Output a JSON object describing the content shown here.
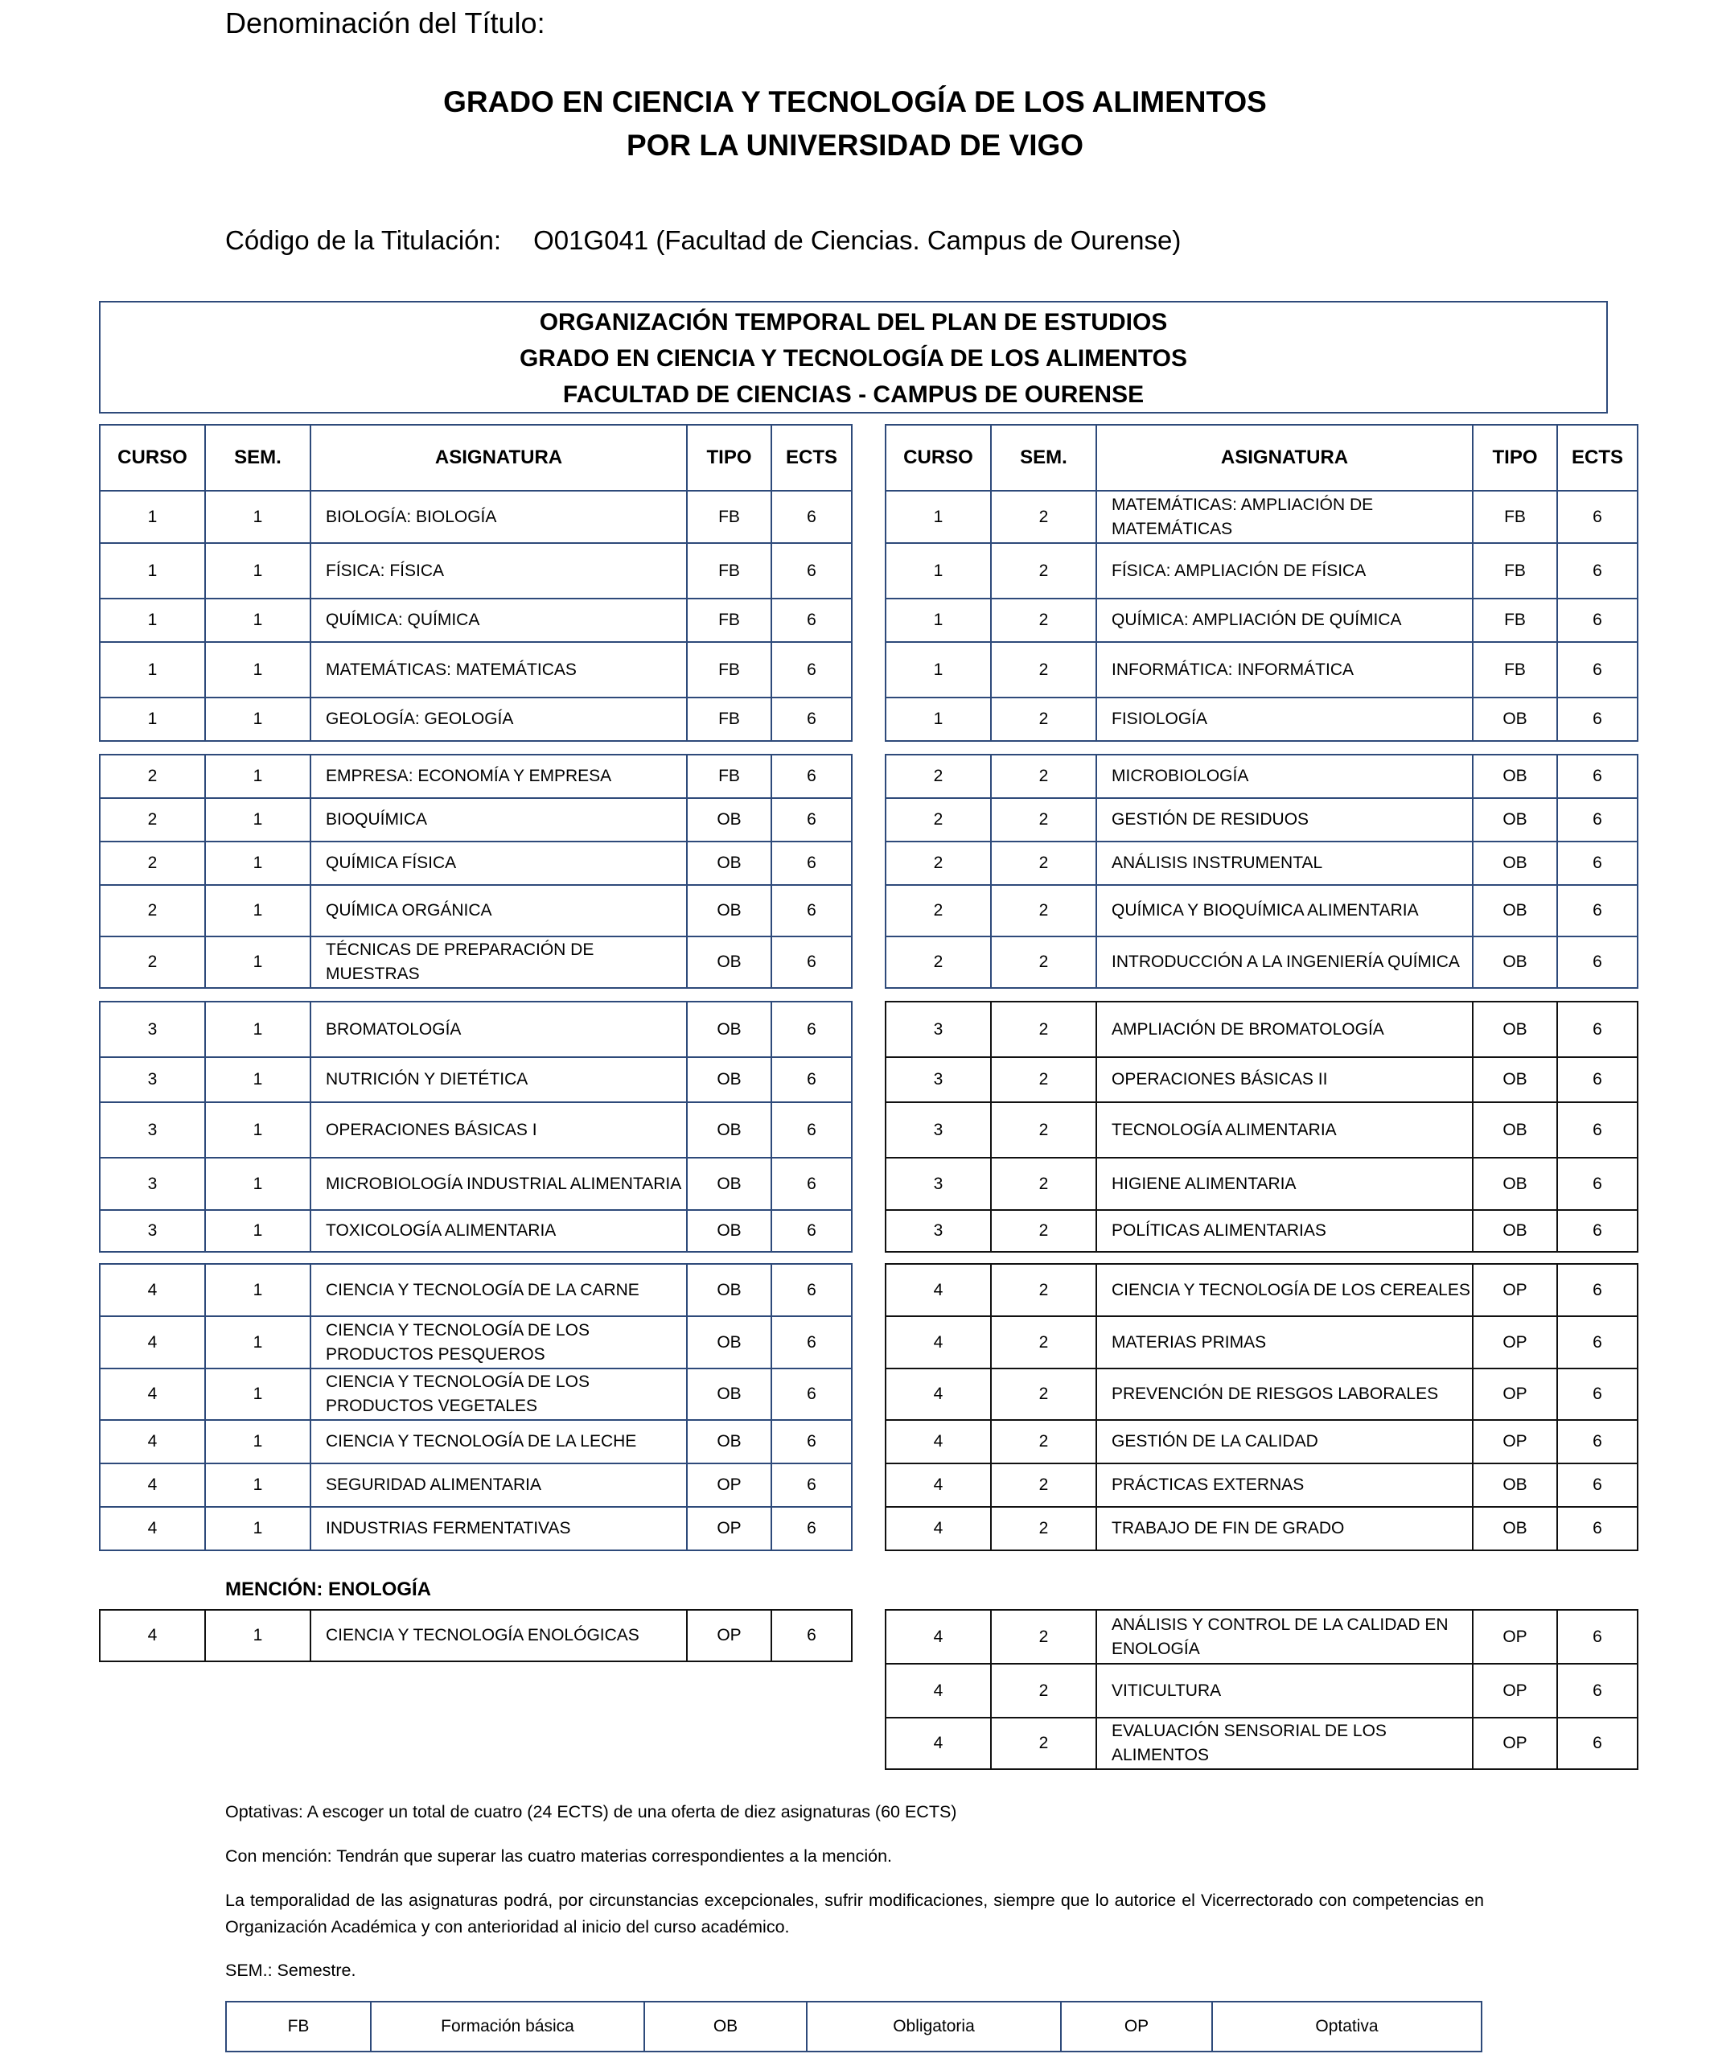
{
  "header": {
    "denominacion_label": "Denominación del Título:",
    "title_line1": "GRADO EN CIENCIA Y TECNOLOGÍA DE LOS ALIMENTOS",
    "title_line2": "POR LA UNIVERSIDAD DE VIGO",
    "codigo_label": "Código de la Titulación:",
    "codigo_value": "O01G041 (Facultad de Ciencias. Campus de Ourense)"
  },
  "box": {
    "line1": "ORGANIZACIÓN TEMPORAL DEL PLAN DE ESTUDIOS",
    "line2": "GRADO EN CIENCIA Y TECNOLOGÍA DE LOS ALIMENTOS",
    "line3": "FACULTAD DE CIENCIAS - CAMPUS DE OURENSE"
  },
  "columns": [
    "CURSO",
    "SEM.",
    "ASIGNATURA",
    "TIPO",
    "ECTS"
  ],
  "left_blocks": [
    [
      [
        "1",
        "1",
        "BIOLOGÍA: BIOLOGÍA",
        "FB",
        "6"
      ],
      [
        "1",
        "1",
        "FÍSICA: FÍSICA",
        "FB",
        "6"
      ],
      [
        "1",
        "1",
        "QUÍMICA: QUÍMICA",
        "FB",
        "6"
      ],
      [
        "1",
        "1",
        "MATEMÁTICAS: MATEMÁTICAS",
        "FB",
        "6"
      ],
      [
        "1",
        "1",
        "GEOLOGÍA: GEOLOGÍA",
        "FB",
        "6"
      ]
    ],
    [
      [
        "2",
        "1",
        "EMPRESA: ECONOMÍA Y EMPRESA",
        "FB",
        "6"
      ],
      [
        "2",
        "1",
        "BIOQUÍMICA",
        "OB",
        "6"
      ],
      [
        "2",
        "1",
        "QUÍMICA FÍSICA",
        "OB",
        "6"
      ],
      [
        "2",
        "1",
        "QUÍMICA ORGÁNICA",
        "OB",
        "6"
      ],
      [
        "2",
        "1",
        "TÉCNICAS DE PREPARACIÓN DE MUESTRAS",
        "OB",
        "6"
      ]
    ],
    [
      [
        "3",
        "1",
        "BROMATOLOGÍA",
        "OB",
        "6"
      ],
      [
        "3",
        "1",
        "NUTRICIÓN Y DIETÉTICA",
        "OB",
        "6"
      ],
      [
        "3",
        "1",
        "OPERACIONES BÁSICAS I",
        "OB",
        "6"
      ],
      [
        "3",
        "1",
        "MICROBIOLOGÍA INDUSTRIAL ALIMENTARIA",
        "OB",
        "6"
      ],
      [
        "3",
        "1",
        "TOXICOLOGÍA ALIMENTARIA",
        "OB",
        "6"
      ]
    ],
    [
      [
        "4",
        "1",
        "CIENCIA Y TECNOLOGÍA DE LA CARNE",
        "OB",
        "6"
      ],
      [
        "4",
        "1",
        "CIENCIA Y TECNOLOGÍA DE LOS PRODUCTOS PESQUEROS",
        "OB",
        "6"
      ],
      [
        "4",
        "1",
        "CIENCIA Y TECNOLOGÍA DE LOS PRODUCTOS VEGETALES",
        "OB",
        "6"
      ],
      [
        "4",
        "1",
        "CIENCIA Y TECNOLOGÍA DE LA LECHE",
        "OB",
        "6"
      ],
      [
        "4",
        "1",
        "SEGURIDAD ALIMENTARIA",
        "OP",
        "6"
      ],
      [
        "4",
        "1",
        "INDUSTRIAS FERMENTATIVAS",
        "OP",
        "6"
      ]
    ]
  ],
  "right_blocks": [
    [
      [
        "1",
        "2",
        "MATEMÁTICAS: AMPLIACIÓN DE MATEMÁTICAS",
        "FB",
        "6"
      ],
      [
        "1",
        "2",
        "FÍSICA: AMPLIACIÓN DE FÍSICA",
        "FB",
        "6"
      ],
      [
        "1",
        "2",
        "QUÍMICA: AMPLIACIÓN DE QUÍMICA",
        "FB",
        "6"
      ],
      [
        "1",
        "2",
        "INFORMÁTICA: INFORMÁTICA",
        "FB",
        "6"
      ],
      [
        "1",
        "2",
        "FISIOLOGÍA",
        "OB",
        "6"
      ]
    ],
    [
      [
        "2",
        "2",
        "MICROBIOLOGÍA",
        "OB",
        "6"
      ],
      [
        "2",
        "2",
        "GESTIÓN DE RESIDUOS",
        "OB",
        "6"
      ],
      [
        "2",
        "2",
        "ANÁLISIS INSTRUMENTAL",
        "OB",
        "6"
      ],
      [
        "2",
        "2",
        "QUÍMICA Y BIOQUÍMICA ALIMENTARIA",
        "OB",
        "6"
      ],
      [
        "2",
        "2",
        "INTRODUCCIÓN A LA INGENIERÍA QUÍMICA",
        "OB",
        "6"
      ]
    ],
    [
      [
        "3",
        "2",
        "AMPLIACIÓN DE BROMATOLOGÍA",
        "OB",
        "6"
      ],
      [
        "3",
        "2",
        "OPERACIONES BÁSICAS II",
        "OB",
        "6"
      ],
      [
        "3",
        "2",
        "TECNOLOGÍA ALIMENTARIA",
        "OB",
        "6"
      ],
      [
        "3",
        "2",
        "HIGIENE ALIMENTARIA",
        "OB",
        "6"
      ],
      [
        "3",
        "2",
        "POLÍTICAS ALIMENTARIAS",
        "OB",
        "6"
      ]
    ],
    [
      [
        "4",
        "2",
        "CIENCIA Y TECNOLOGÍA DE LOS CEREALES",
        "OP",
        "6"
      ],
      [
        "4",
        "2",
        "MATERIAS PRIMAS",
        "OP",
        "6"
      ],
      [
        "4",
        "2",
        "PREVENCIÓN DE RIESGOS LABORALES",
        "OP",
        "6"
      ],
      [
        "4",
        "2",
        "GESTIÓN DE LA CALIDAD",
        "OP",
        "6"
      ],
      [
        "4",
        "2",
        "PRÁCTICAS EXTERNAS",
        "OB",
        "6"
      ],
      [
        "4",
        "2",
        "TRABAJO DE FIN DE GRADO",
        "OB",
        "6"
      ]
    ]
  ],
  "mencion": {
    "label": "MENCIÓN: ENOLOGÍA",
    "left": [
      [
        "4",
        "1",
        "CIENCIA Y TECNOLOGÍA ENOLÓGICAS",
        "OP",
        "6"
      ]
    ],
    "right": [
      [
        "4",
        "2",
        "ANÁLISIS Y CONTROL DE LA CALIDAD EN ENOLOGÍA",
        "OP",
        "6"
      ],
      [
        "4",
        "2",
        "VITICULTURA",
        "OP",
        "6"
      ],
      [
        "4",
        "2",
        "EVALUACIÓN SENSORIAL DE LOS ALIMENTOS",
        "OP",
        "6"
      ]
    ]
  },
  "notes": [
    "Optativas: A escoger un total de cuatro (24 ECTS) de una oferta de diez asignaturas (60 ECTS)",
    "Con mención: Tendrán que superar las cuatro materias correspondientes a la mención.",
    "La temporalidad de las asignaturas podrá, por circunstancias excepcionales, sufrir modificaciones, siempre que lo autorice el Vicerrectorado con competencias en Organización  Académica y con anterioridad al inicio del curso académico.",
    "SEM.: Semestre."
  ],
  "legend": [
    "FB",
    "Formación básica",
    "OB",
    "Obligatoria",
    "OP",
    "Optativa"
  ]
}
